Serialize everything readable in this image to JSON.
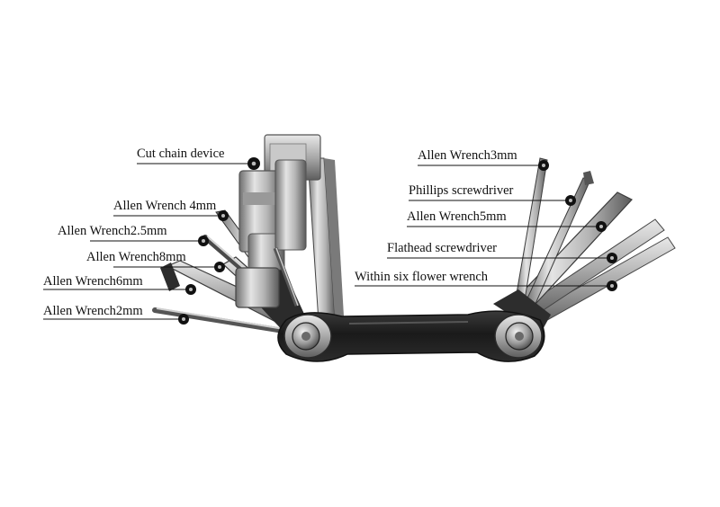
{
  "labels": {
    "cut_chain_device": "Cut chain device",
    "allen_wrench_4mm": "Allen Wrench 4mm",
    "allen_wrench_2_5mm": "Allen Wrench2.5mm",
    "allen_wrench_8mm": "Allen Wrench8mm",
    "allen_wrench_6mm": "Allen Wrench6mm",
    "allen_wrench_2mm": "Allen Wrench2mm",
    "allen_wrench_3mm": "Allen Wrench3mm",
    "phillips_screwdriver": "Phillips screwdriver",
    "allen_wrench_5mm": "Allen Wrench5mm",
    "flathead_screwdriver": "Flathead screwdriver",
    "six_flower_wrench": "Within six flower wrench"
  }
}
